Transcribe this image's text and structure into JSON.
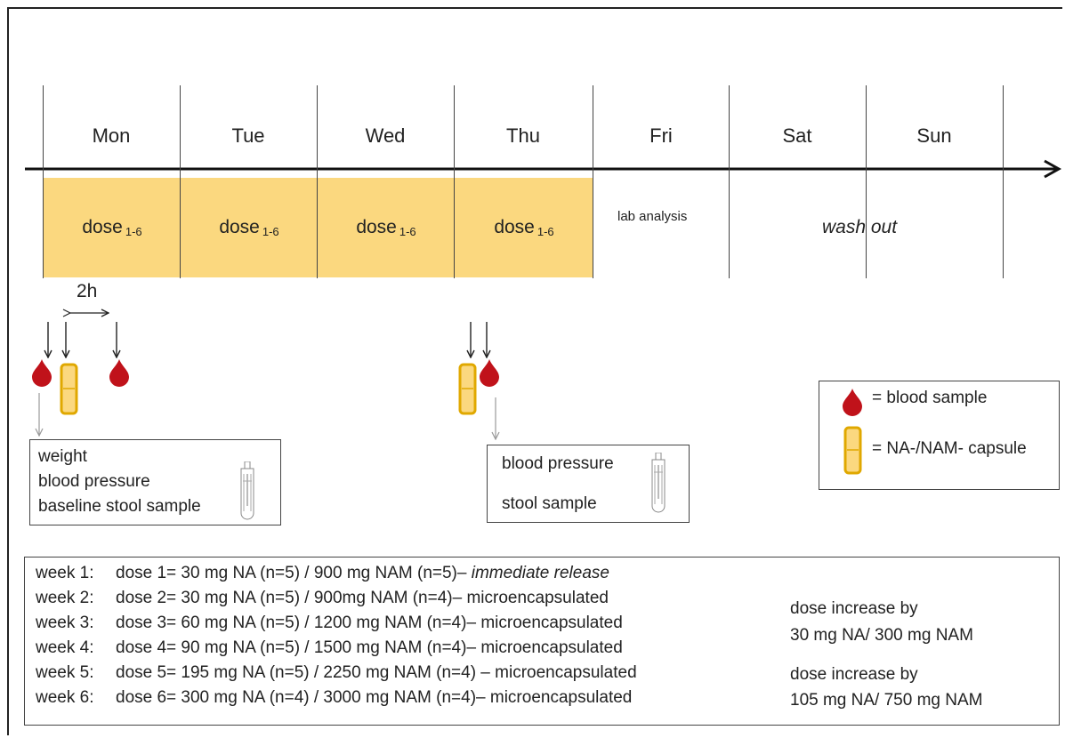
{
  "days": [
    "Mon",
    "Tue",
    "Wed",
    "Thu",
    "Fri",
    "Sat",
    "Sun"
  ],
  "dose_cells": [
    {
      "main": "dose",
      "sub": "1-6"
    },
    {
      "main": "dose",
      "sub": "1-6"
    },
    {
      "main": "dose",
      "sub": "1-6"
    },
    {
      "main": "dose",
      "sub": "1-6"
    }
  ],
  "fri_label": "lab analysis",
  "weekend_label": "wash out",
  "interval_label": "2h",
  "mon_box": {
    "lines": [
      "weight",
      "blood pressure",
      "baseline stool sample"
    ]
  },
  "thu_box": {
    "lines": [
      "blood pressure",
      "stool sample"
    ]
  },
  "legend": {
    "blood": "= blood sample",
    "capsule": "= NA-/NAM- capsule"
  },
  "colors": {
    "dose_fill": "#fbd87f",
    "blood_drop": "#c0121a",
    "capsule_fill": "#fbd87f",
    "capsule_stroke": "#e0a800"
  },
  "weeks": [
    {
      "week": "week 1:",
      "dose": "dose 1= 30 mg NA (n=5) / 900 mg NAM (n=5)– ",
      "release": "immediate release",
      "italic": true
    },
    {
      "week": "week 2:",
      "dose": "dose 2= 30 mg NA (n=5) / 900mg NAM (n=4)– ",
      "release": "microencapsulated",
      "italic": false
    },
    {
      "week": "week 3:",
      "dose": "dose 3= 60 mg NA (n=5) / 1200 mg NAM (n=4)– ",
      "release": "microencapsulated",
      "italic": false
    },
    {
      "week": "week 4:",
      "dose": "dose 4= 90 mg NA (n=5) / 1500 mg NAM (n=4)– ",
      "release": "microencapsulated",
      "italic": false
    },
    {
      "week": "week 5:",
      "dose": "dose 5= 195 mg NA (n=5) / 2250 mg NAM (n=4) – ",
      "release": "microencapsulated",
      "italic": false
    },
    {
      "week": "week 6:",
      "dose": "dose 6= 300 mg NA (n=4) / 3000 mg NAM (n=4)– ",
      "release": "microencapsulated",
      "italic": false
    }
  ],
  "increase_1": [
    "dose increase by",
    "30 mg NA/ 300 mg NAM"
  ],
  "increase_2": [
    "dose increase by",
    "105 mg NA/ 750 mg NAM"
  ]
}
